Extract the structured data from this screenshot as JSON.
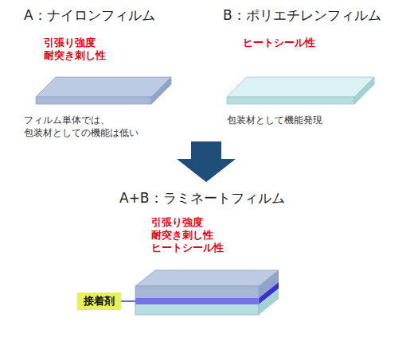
{
  "diagram": {
    "nodes": [
      {
        "text": [
          "A：ナイロンフィルム",
          "引張り強度",
          "耐突き刺し性",
          "フィルム単体では、 包装材としての機能は低い"
        ]
      },
      {
        "text": [
          "B：ポリエチレンフィルム",
          "ヒートシール性",
          "包装材として機能発現"
        ]
      },
      {
        "text": [
          "A+B：ラミネートフィルム",
          "引張り強度",
          "耐突き刺し性",
          "ヒートシール性"
        ]
      },
      {
        "text": [
          "接着剤"
        ]
      }
    ],
    "edges": [
      {
        "from": 3,
        "to": 2,
        "arrow": "none"
      }
    ]
  }
}
